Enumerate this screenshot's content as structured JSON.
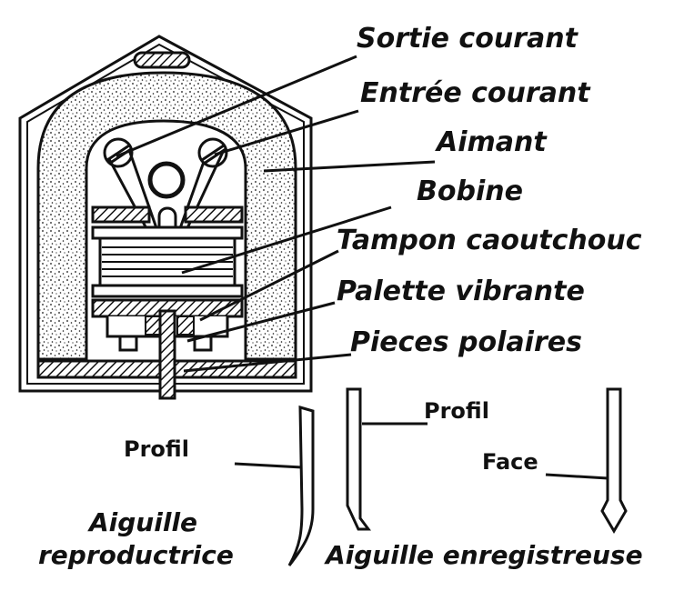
{
  "labels": {
    "sortie": "Sortie courant",
    "entree": "Entrée courant",
    "aimant": "Aimant",
    "bobine": "Bobine",
    "tampon": "Tampon caoutchouc",
    "palette": "Palette vibrante",
    "pieces": "Pieces polaires",
    "profil_left": "Profil",
    "profil_right": "Profil",
    "face": "Face",
    "repro_line1": "Aiguille",
    "repro_line2": "reproductrice",
    "enreg": "Aiguille enregistreuse"
  },
  "colors": {
    "ink": "#111111",
    "background": "#ffffff"
  }
}
